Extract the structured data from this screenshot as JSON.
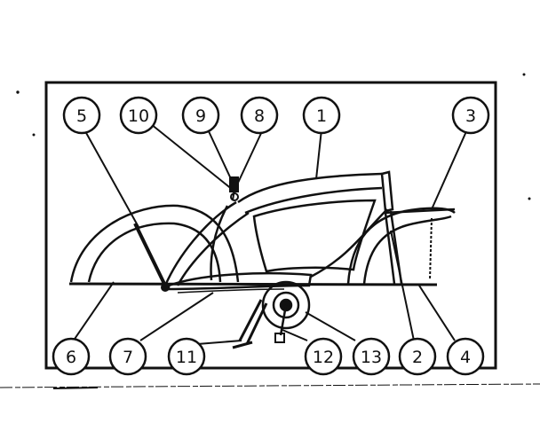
{
  "callouts": [
    {
      "id": "c1",
      "label": "1"
    },
    {
      "id": "c2",
      "label": "2"
    },
    {
      "id": "c3",
      "label": "3"
    },
    {
      "id": "c4",
      "label": "4"
    },
    {
      "id": "c5",
      "label": "5"
    },
    {
      "id": "c6",
      "label": "6"
    },
    {
      "id": "c7",
      "label": "7"
    },
    {
      "id": "c8",
      "label": "8"
    },
    {
      "id": "c9",
      "label": "9"
    },
    {
      "id": "c10",
      "label": "10"
    },
    {
      "id": "c11",
      "label": "11"
    },
    {
      "id": "c12",
      "label": "12"
    },
    {
      "id": "c13",
      "label": "13"
    }
  ],
  "colors": {
    "ink": "#111111",
    "paper": "#ffffff"
  }
}
